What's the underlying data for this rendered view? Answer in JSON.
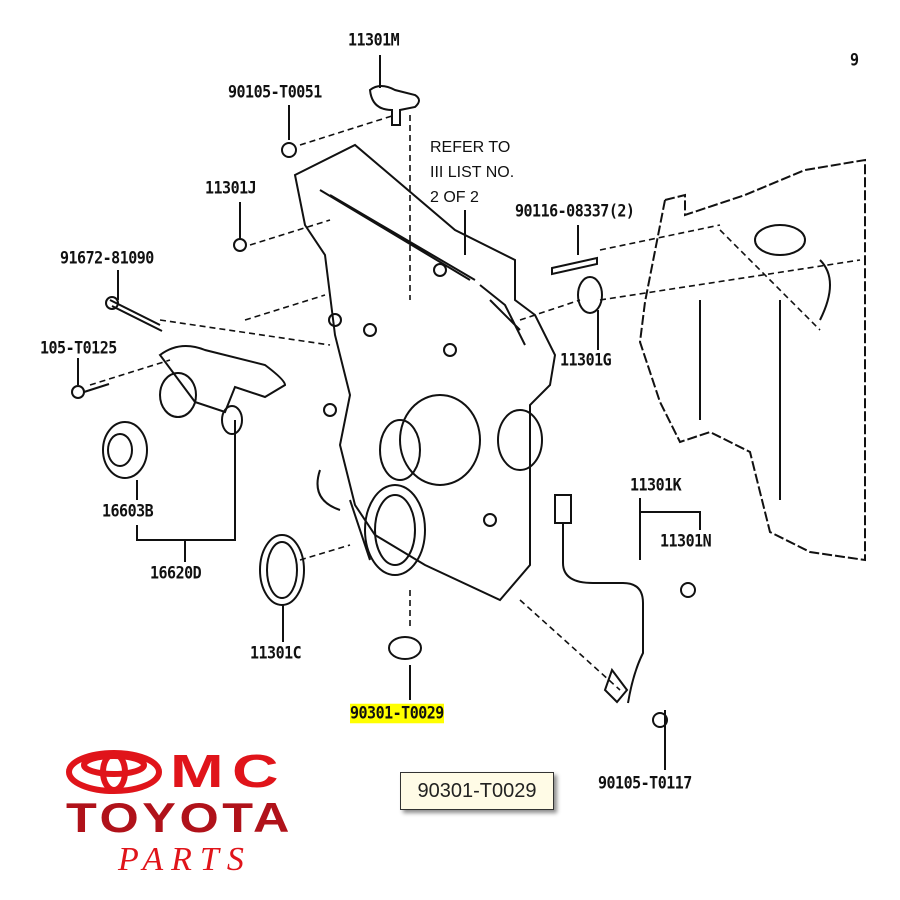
{
  "labels": {
    "l_11301M": "11301M",
    "l_90105_T0051": "90105-T0051",
    "l_11301J": "11301J",
    "l_91672_81090": "91672-81090",
    "l_105_T0125": "105-T0125",
    "l_90116_08337": "90116-08337(2)",
    "l_11301G": "11301G",
    "l_16603B": "16603B",
    "l_16620D": "16620D",
    "l_11301K": "11301K",
    "l_11301N": "11301N",
    "l_11301C": "11301C",
    "l_90301_T0029": "90301-T0029",
    "l_90105_T0117": "90105-T0117",
    "l_cut": "9"
  },
  "note": {
    "line1": "REFER TO",
    "line2": "III LIST NO.",
    "line3": "2 OF 2"
  },
  "tooltip": "90301-T0029",
  "logo": {
    "top": "MC",
    "middle": "TOYOTA",
    "bottom": "PARTS"
  },
  "colors": {
    "highlight": "#ffff00",
    "logo_red": "#e0141a",
    "logo_dark_red": "#b0121a"
  }
}
